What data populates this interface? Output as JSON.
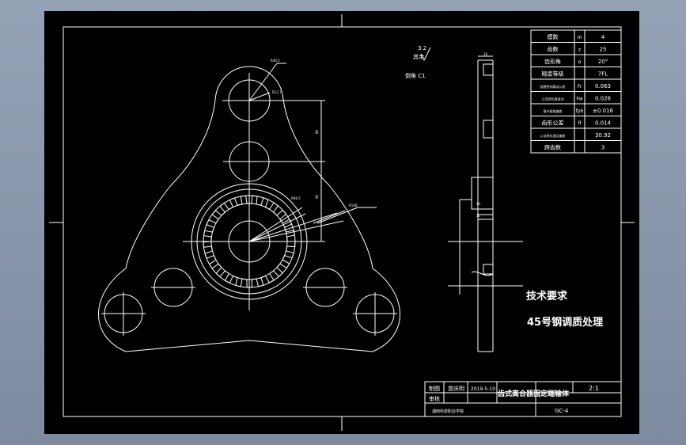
{
  "gear_table": {
    "rows": [
      {
        "label": "模数",
        "symbol": "m",
        "value": "4"
      },
      {
        "label": "齿数",
        "symbol": "z",
        "value": "25"
      },
      {
        "label": "齿形角",
        "symbol": "α",
        "value": "20°"
      },
      {
        "label": "精度等级",
        "symbol": "",
        "value": "7FL"
      },
      {
        "label": "齿圈径向跳动公差",
        "symbol": "Fr",
        "value": "0.063"
      },
      {
        "label": "公法线长度变动",
        "symbol": "Fw",
        "value": "0.028"
      },
      {
        "label": "基节极限偏差",
        "symbol": "fpb",
        "value": "±0.016"
      },
      {
        "label": "齿形公差",
        "symbol": "ff",
        "value": "0.014"
      },
      {
        "label": "公法线长度及偏差",
        "symbol": "",
        "value": "30.92"
      },
      {
        "label": "跨齿数",
        "symbol": "",
        "value": "3"
      }
    ]
  },
  "surface": {
    "roughness": "3.2",
    "label_top": "其余",
    "label_bottom": "倒角 C1"
  },
  "dims": {
    "d1": "R40.5",
    "d2": "R12.7",
    "d3": "80",
    "d4": "90",
    "d5": "R68.5",
    "d6": "R100",
    "d7": "16",
    "d8": "13",
    "d9": "15"
  },
  "tech": {
    "title": "技术要求",
    "line1": "45号钢调质处理"
  },
  "title_block": {
    "draw_label": "制图",
    "check_label": "审核",
    "drawer": "曾庆明",
    "date": "2019-5-10",
    "part_name": "齿式离合器固定端输体",
    "scale": "2:1",
    "school": "湖南科技职业学院",
    "code": "GC-4"
  }
}
